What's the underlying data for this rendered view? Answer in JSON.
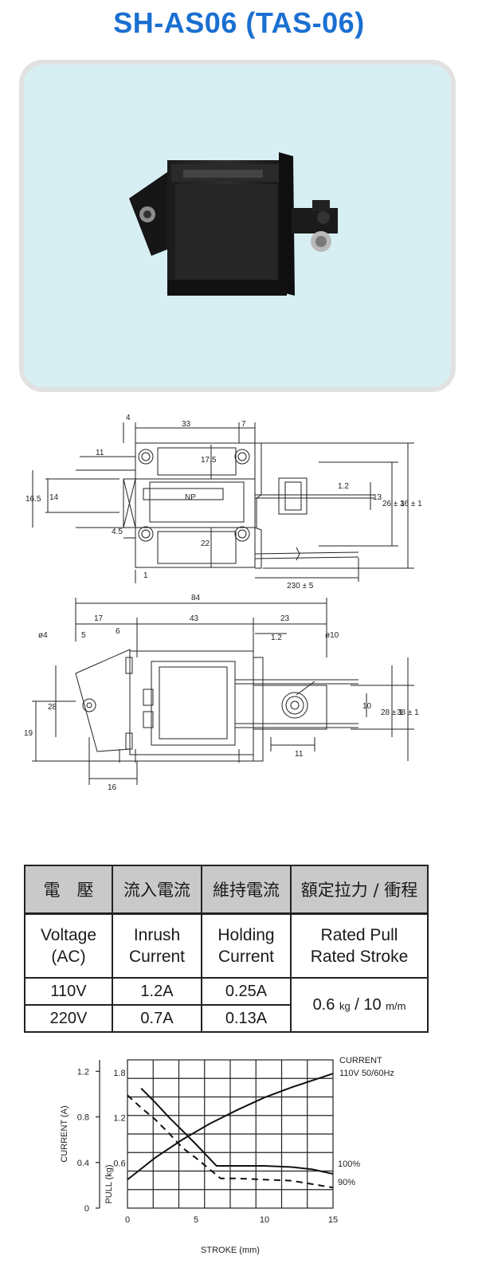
{
  "title": "SH-AS06 (TAS-06)",
  "photo": {
    "background": "#d7eef3",
    "border": "#e1e1e1"
  },
  "drawing": {
    "top": {
      "d4": "4",
      "d33": "33",
      "d7": "7",
      "d11": "11",
      "d17_5": "17.5",
      "d16_5": "16.5",
      "d14": "14",
      "np": "NP",
      "d1_2": "1.2",
      "d13": "13",
      "d26": "26 ± 1",
      "d36": "36 ± 1",
      "d22": "22",
      "d4_5": "4.5",
      "d1": "1",
      "d230": "230 ± 5"
    },
    "bottom": {
      "d84": "84",
      "d17": "17",
      "d43": "43",
      "d23": "23",
      "phi4": "ø4",
      "d5": "5",
      "d6": "6",
      "d1_2": "1.2",
      "phi10": "ø10",
      "d28": "28",
      "d19": "19",
      "d10": "10",
      "d28t": "28 ± 1",
      "d38": "38 ± 1",
      "d11": "11",
      "d16": "16"
    }
  },
  "table": {
    "headers_zh": [
      "電　壓",
      "流入電流",
      "維持電流",
      "額定拉力 / 衝程"
    ],
    "headers_en": [
      [
        "Voltage",
        "(AC)"
      ],
      [
        "Inrush",
        "Current"
      ],
      [
        "Holding",
        "Current"
      ],
      [
        "Rated Pull",
        "Rated Stroke"
      ]
    ],
    "rows": [
      [
        "110V",
        "1.2A",
        "0.25A"
      ],
      [
        "220V",
        "0.7A",
        "0.13A"
      ]
    ],
    "rated": {
      "pull": "0.6",
      "pull_unit": "kg",
      "sep": " / ",
      "stroke": "10",
      "stroke_unit": "m/m"
    }
  },
  "chart_data": {
    "type": "line",
    "xlabel": "STROKE (mm)",
    "ylabel_left": "CURRENT (A)",
    "ylabel_inner": "PULL (kg)",
    "x_ticks": [
      "0",
      "5",
      "10",
      "15"
    ],
    "y_ticks_current": [
      "0",
      "0.4",
      "0.8",
      "1.2"
    ],
    "y_ticks_pull": [
      "0.6",
      "1.2",
      "1.8"
    ],
    "xlim": [
      0,
      15
    ],
    "ylim_current": [
      0,
      1.3
    ],
    "legend": [
      "CURRENT",
      "110V 50/60Hz",
      "100%",
      "90%"
    ],
    "grid": true,
    "series": [
      {
        "name": "CURRENT",
        "style": "solid",
        "x": [
          0,
          2,
          4,
          6,
          8,
          10,
          12,
          14,
          15
        ],
        "y": [
          0.25,
          0.44,
          0.6,
          0.74,
          0.86,
          0.97,
          1.06,
          1.14,
          1.18
        ]
      },
      {
        "name": "100%",
        "style": "solid",
        "x": [
          1,
          2,
          3,
          4,
          5,
          6.5,
          8,
          10,
          12,
          13.5,
          15
        ],
        "y": [
          1.05,
          0.93,
          0.8,
          0.68,
          0.56,
          0.37,
          0.37,
          0.37,
          0.36,
          0.34,
          0.3
        ]
      },
      {
        "name": "90%",
        "style": "dashed",
        "x": [
          0,
          1,
          2,
          3,
          4,
          5,
          6,
          6.8,
          8,
          10,
          12,
          14,
          15
        ],
        "y": [
          0.99,
          0.88,
          0.78,
          0.66,
          0.53,
          0.44,
          0.34,
          0.26,
          0.26,
          0.25,
          0.24,
          0.2,
          0.18
        ]
      }
    ]
  }
}
